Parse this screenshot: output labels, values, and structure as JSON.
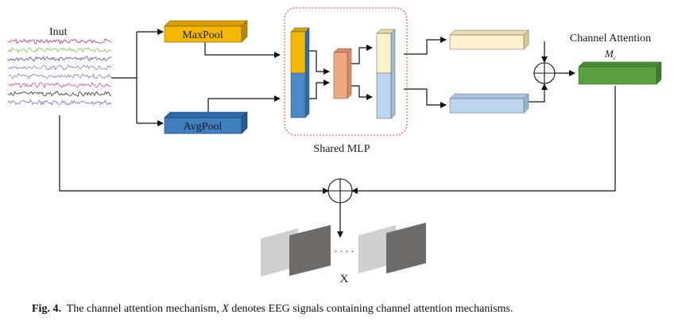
{
  "labels": {
    "input": "Inut",
    "maxpool": "MaxPool",
    "avgpool": "AvgPool",
    "shared_mlp": "Shared MLP",
    "channel_attention": "Channel Attention",
    "mc_symbol": "M",
    "mc_sub": "c",
    "x_label": "X",
    "dots": "· · · ·"
  },
  "caption": {
    "lead": "Fig. 4.",
    "text_before": "The channel attention mechanism, ",
    "var": "X",
    "text_after": " denotes EEG signals containing channel attention mechanisms."
  },
  "colors": {
    "maxpool": "#f5b800",
    "avgpool": "#3f7fc0",
    "mlp_top": "#f2b800",
    "mlp_bottom": "#4a88c8",
    "mlp_mid": "#f0a882",
    "mlp_out_top": "#fdf0cc",
    "mlp_out_bottom": "#bcd6ee",
    "channel_attention": "#5aa040",
    "shared_mlp_border": "#e04848",
    "signal_lines": [
      "#b03080",
      "#80c060",
      "#5050a0",
      "#8080d0",
      "#8080c0",
      "#c050a0",
      "#303030",
      "#7070c0"
    ]
  }
}
